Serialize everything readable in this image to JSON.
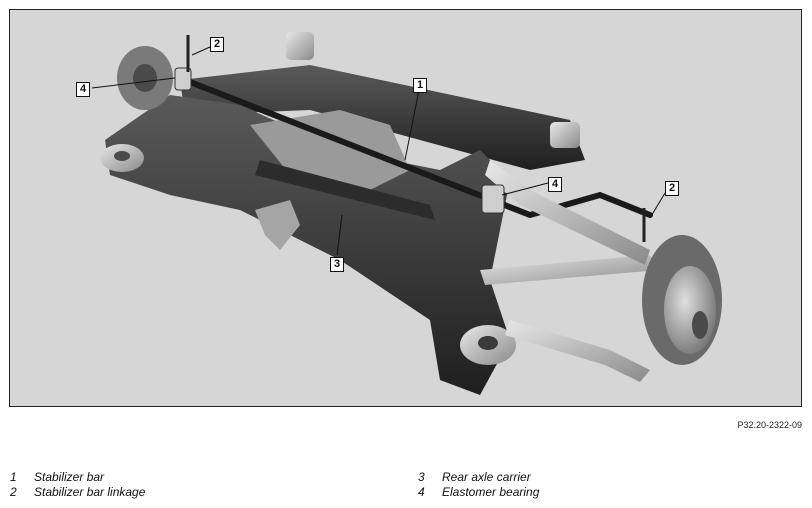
{
  "figure": {
    "reference": "P32.20-2322-09",
    "callouts": [
      {
        "id": "c1",
        "number": "1"
      },
      {
        "id": "c2a",
        "number": "2"
      },
      {
        "id": "c2b",
        "number": "2"
      },
      {
        "id": "c3",
        "number": "3"
      },
      {
        "id": "c4a",
        "number": "4"
      },
      {
        "id": "c4b",
        "number": "4"
      }
    ]
  },
  "legend": {
    "left": [
      {
        "number": "1",
        "label": "Stabilizer bar"
      },
      {
        "number": "2",
        "label": "Stabilizer bar linkage"
      }
    ],
    "right": [
      {
        "number": "3",
        "label": "Rear axle carrier"
      },
      {
        "number": "4",
        "label": "Elastomer bearing"
      }
    ]
  }
}
